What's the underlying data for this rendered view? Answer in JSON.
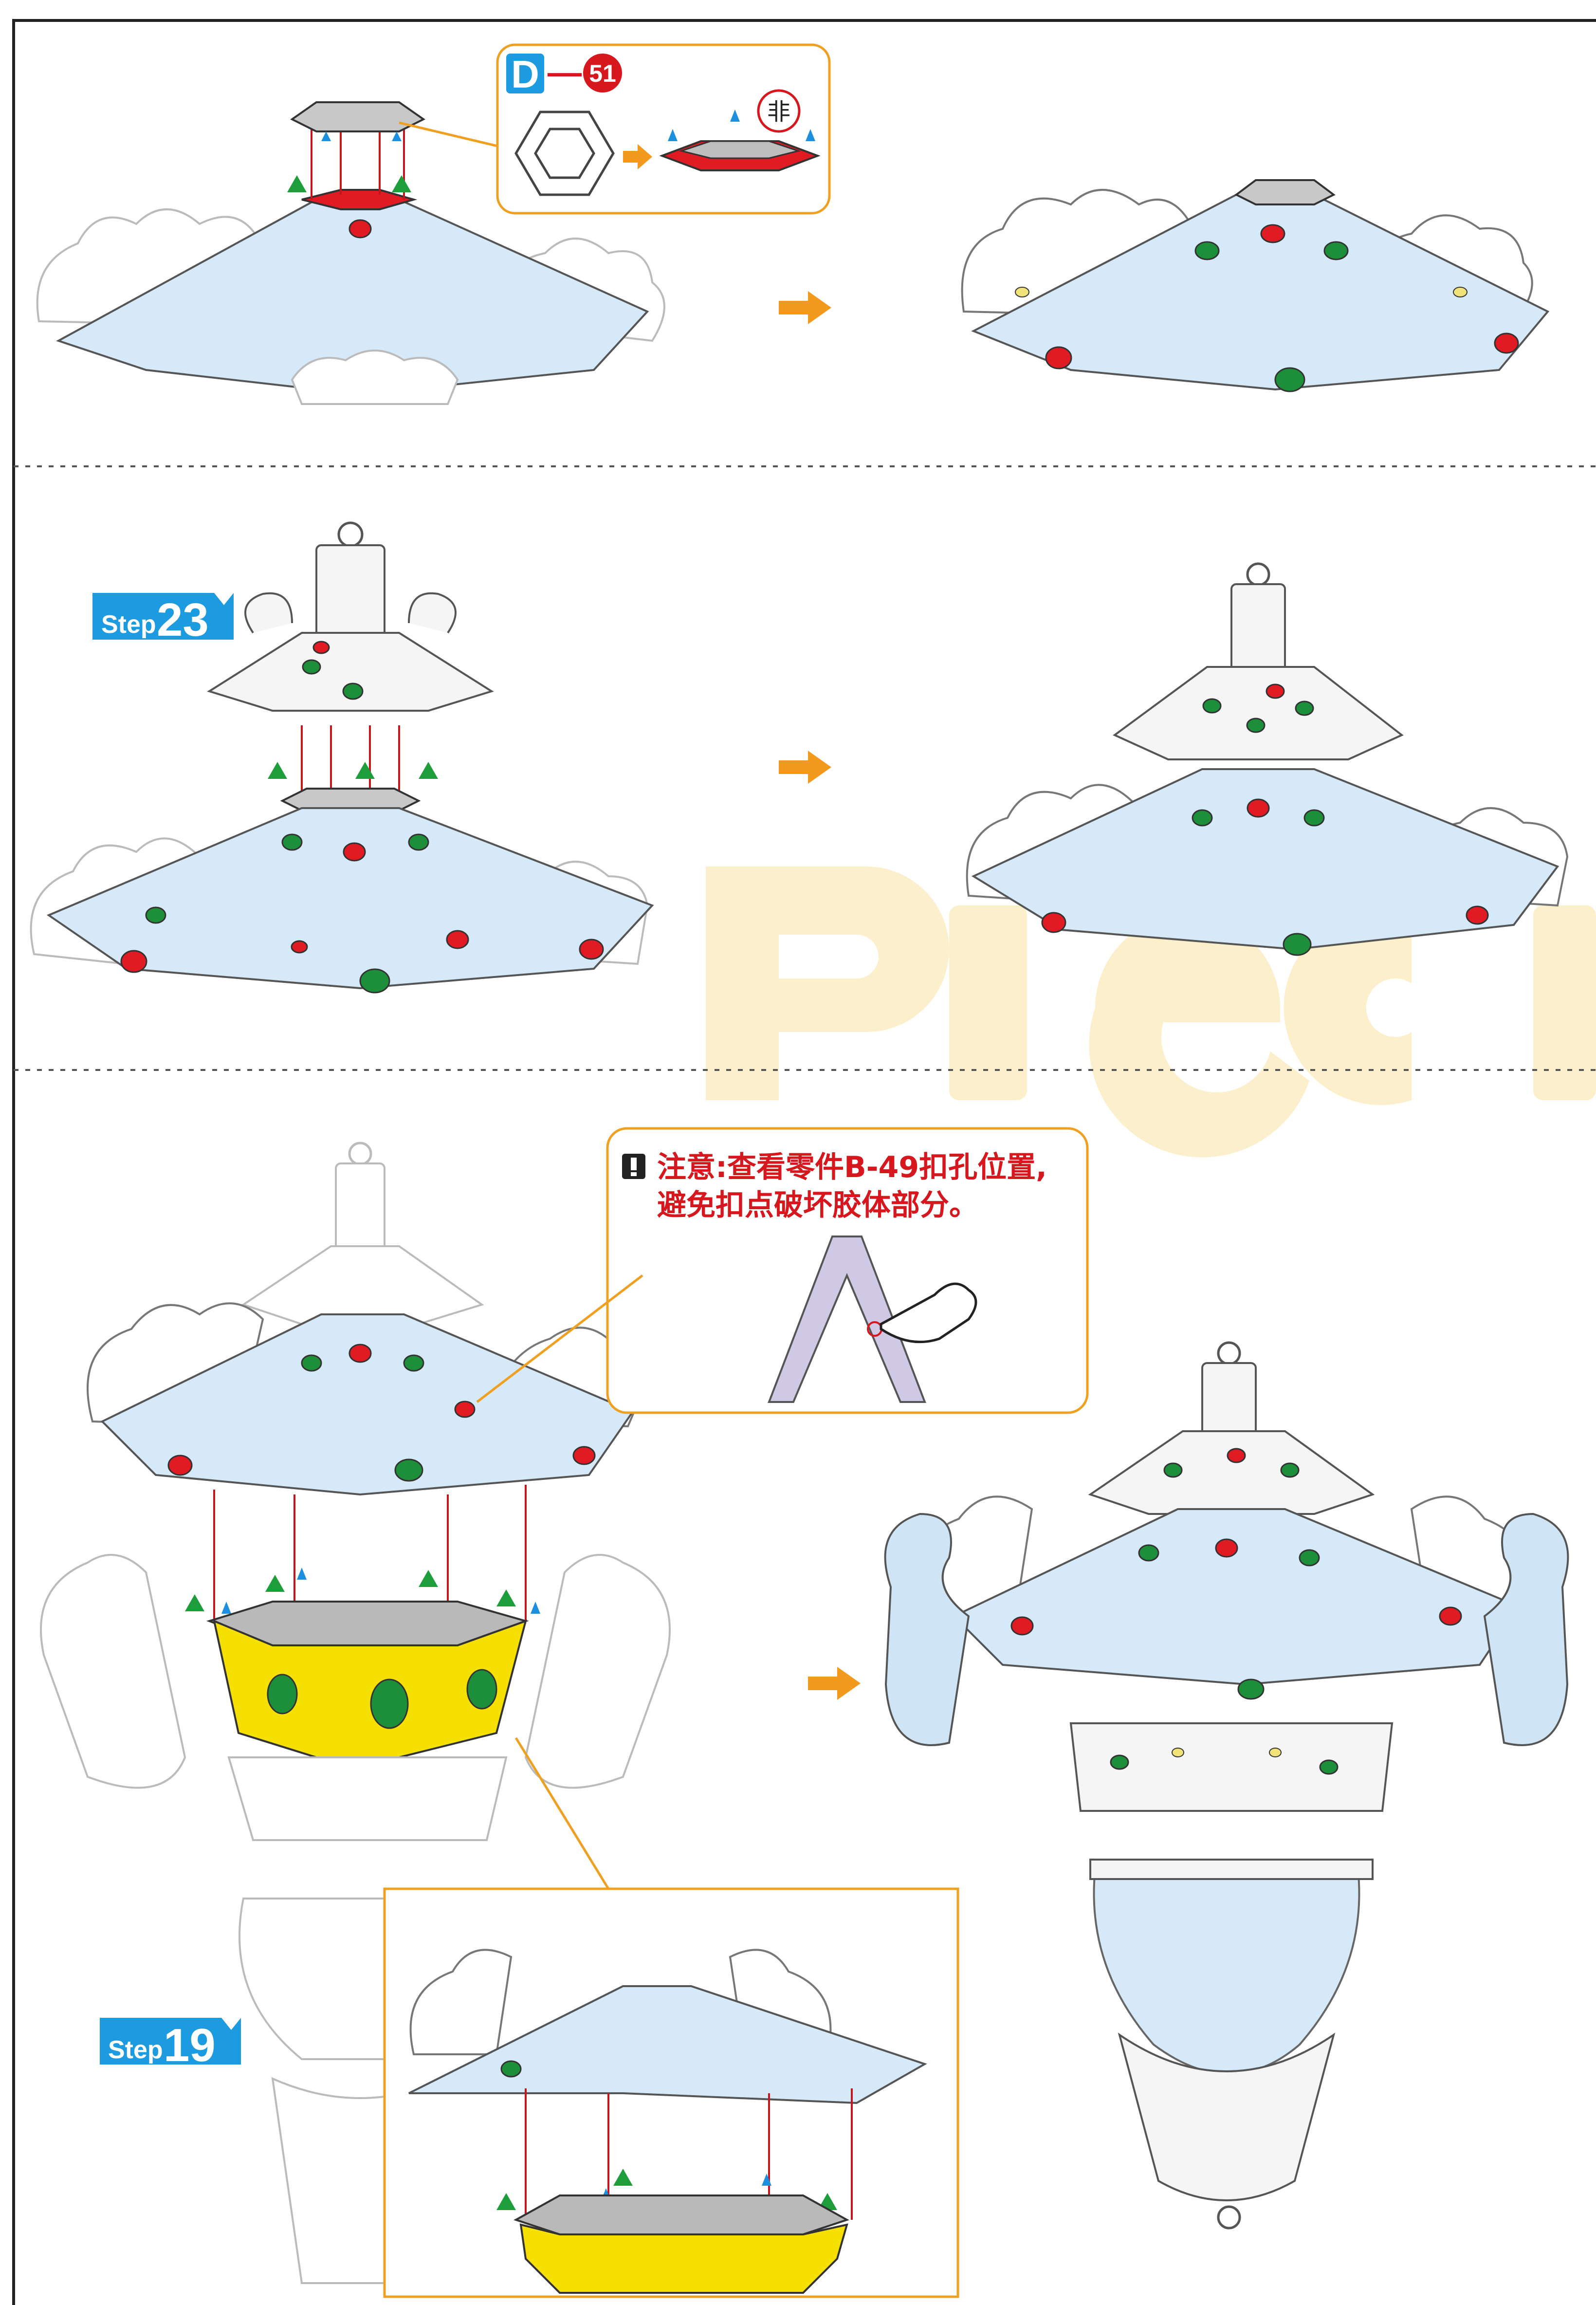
{
  "steps": {
    "step23": {
      "prefix": "Step",
      "number": "23"
    },
    "step19": {
      "prefix": "Step",
      "number": "19"
    }
  },
  "part_callout": {
    "letter": "D",
    "dash": "—",
    "number": "51",
    "mark": "非"
  },
  "notice": {
    "icon": "exclamation-icon",
    "line1": "注意:查看零件B-49扣孔位置,",
    "line2": "避免扣点破坏胶体部分。"
  },
  "colors": {
    "step_badge": "#1d9be0",
    "arrow": "#f39a1e",
    "notice_text": "#d6181e",
    "callout_border": "#f0a020",
    "roof": "#d6e9f8",
    "gem_red": "#e01b24",
    "gem_green": "#1d8f3a",
    "basket": "#f5e000"
  }
}
